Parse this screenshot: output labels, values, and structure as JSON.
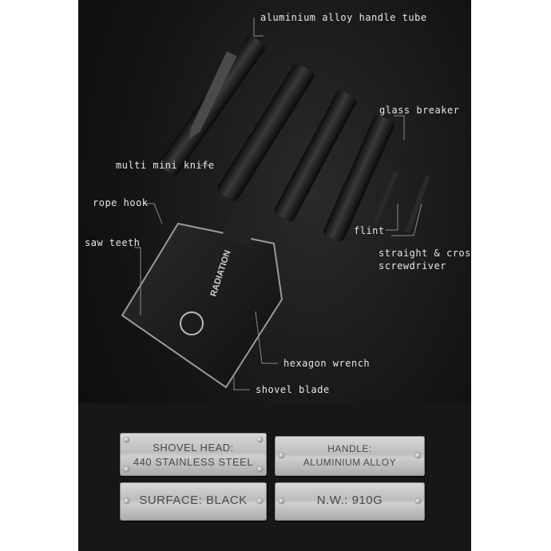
{
  "labels": {
    "handle_tube": "aluminium alloy handle tube",
    "glass_breaker": "glass breaker",
    "mini_knife": "multi mini knife",
    "rope_hook": "rope hook",
    "saw_teeth": "saw teeth",
    "flint": "flint",
    "screwdriver_line1": "straight & cross",
    "screwdriver_line2": "screwdriver",
    "hex_wrench": "hexagon wrench",
    "shovel_blade": "shovel blade"
  },
  "blade_brand": "RADIATION",
  "plates": {
    "head_line1": "SHOVEL HEAD:",
    "head_line2": "440 STAINLESS STEEL",
    "handle_line1": "HANDLE:",
    "handle_line2": "ALUMINIUM ALLOY",
    "surface": "SURFACE: BLACK",
    "weight": "N.W.: 910G"
  },
  "colors": {
    "background": "#141414",
    "label_text": "#e6e6e6",
    "plate": "#c8c8c8",
    "plate_text": "#4a4a4a"
  }
}
